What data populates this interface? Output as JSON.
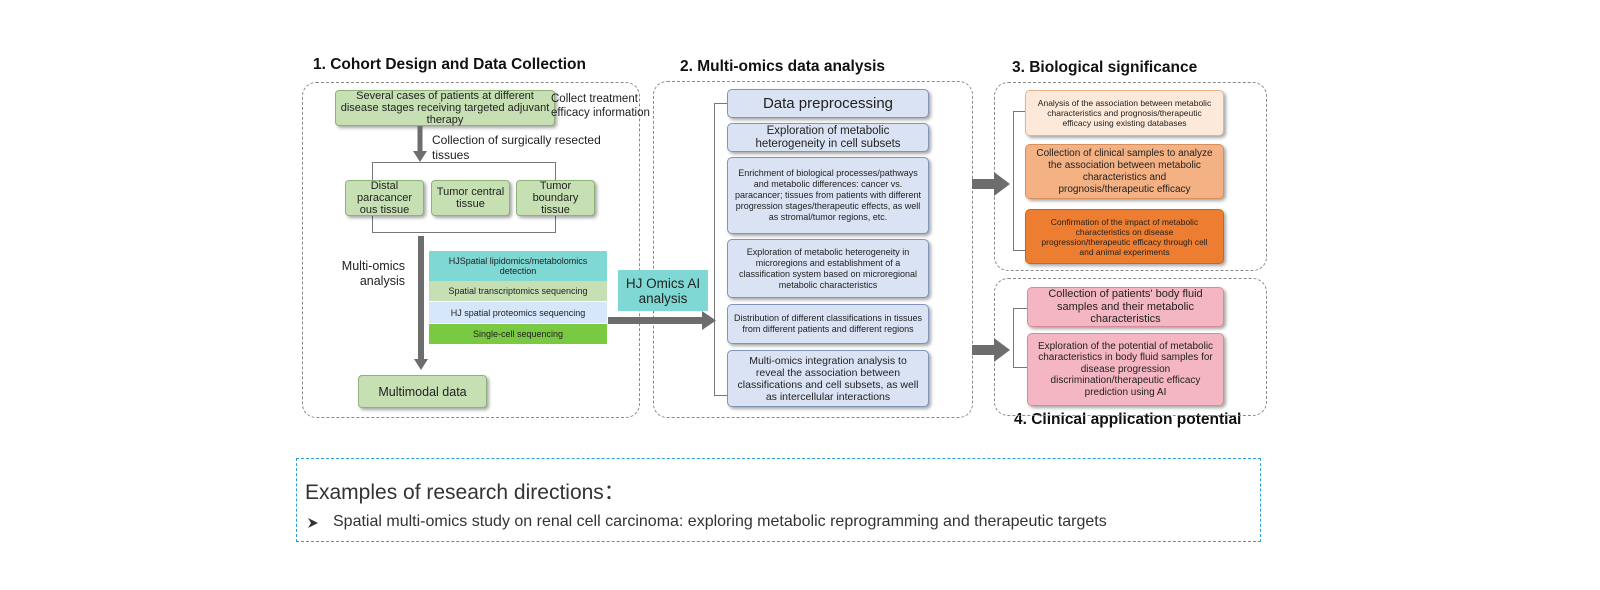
{
  "sections": {
    "s1_title": "1. Cohort Design and Data Collection",
    "s2_title": "2. Multi-omics data analysis",
    "s3_title": "3. Biological significance",
    "s4_title": "4. Clinical application potential"
  },
  "cohort": {
    "patients_box": "Several cases of patients at different disease stages receiving targeted adjuvant therapy",
    "collect_treatment": "Collect treatment efficacy information",
    "collection_tissues": "Collection of surgically resected tissues",
    "tissues": [
      "Distal paracancer ous tissue",
      "Tumor central tissue",
      "Tumor boundary tissue"
    ],
    "multiomics_label": "Multi-omics analysis",
    "methods": [
      "HJSpatial lipidomics/metabolomics detection",
      "Spatial transcriptomics sequencing",
      "HJ spatial proteomics sequencing",
      "Single-cell sequencing"
    ],
    "multimodal": "Multimodal data"
  },
  "ai_box": "HJ Omics AI analysis",
  "analysis": {
    "items": [
      "Data preprocessing",
      "Exploration of metabolic heterogeneity in cell subsets",
      "Enrichment of biological processes/pathways and metabolic differences: cancer vs. paracancer; tissues from patients with different progression stages/therapeutic effects, as well as stromal/tumor regions, etc.",
      "Exploration of metabolic heterogeneity in microregions and establishment of a classification system based on microregional metabolic characteristics",
      "Distribution of different classifications in tissues from different patients and different regions",
      "Multi-omics integration analysis to reveal the association between classifications and cell subsets, as well as intercellular interactions"
    ]
  },
  "biological": {
    "items": [
      "Analysis of the association between metabolic characteristics and prognosis/therapeutic efficacy using existing databases",
      "Collection of clinical samples to analyze the association between metabolic characteristics and prognosis/therapeutic efficacy",
      "Confirmation of the impact of metabolic characteristics on disease progression/therapeutic efficacy through cell and animal experiments"
    ]
  },
  "clinical": {
    "items": [
      "Collection of patients' body fluid samples and their metabolic characteristics",
      "Exploration of the potential of metabolic characteristics in body fluid samples for disease progression discrimination/therapeutic efficacy prediction using AI"
    ]
  },
  "examples": {
    "heading": "Examples of research directions：",
    "bullet_icon": "arrowhead-bullet-icon",
    "items": [
      "Spatial multi-omics study on renal cell carcinoma: exploring metabolic reprogramming and therapeutic targets"
    ]
  },
  "colors": {
    "green": "#c6e0b4",
    "blue": "#dae3f3",
    "teal": "#7fd8d3",
    "bright_green": "#7ac943",
    "orange_light": "#fde9d9",
    "orange_mid": "#f4b183",
    "orange_dark": "#ed7d31",
    "pink": "#f4b6c2",
    "example_border": "#2e9fd9"
  }
}
